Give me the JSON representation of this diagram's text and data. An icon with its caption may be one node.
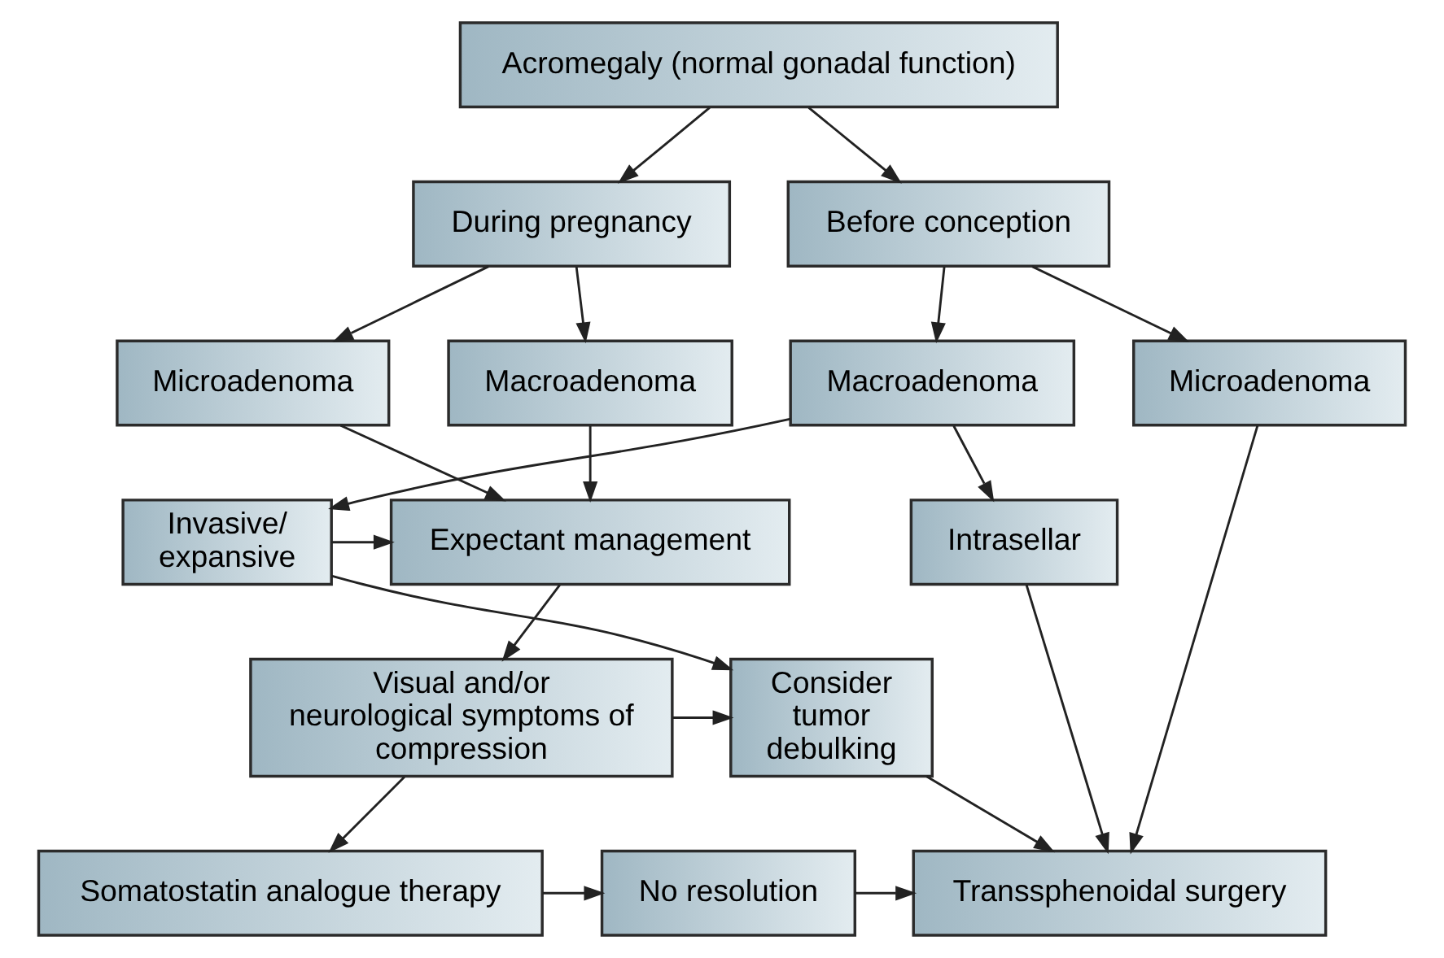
{
  "diagram": {
    "nodes": [
      {
        "text": [
          "Acromegaly (normal gonadal function)"
        ]
      },
      {
        "text": [
          "Before conception"
        ]
      },
      {
        "text": [
          "During pregnancy"
        ]
      },
      {
        "text": [
          "Microadenoma"
        ]
      },
      {
        "text": [
          "Macroadenoma"
        ]
      },
      {
        "text": [
          "Microadenoma"
        ]
      },
      {
        "text": [
          "Macroadenoma"
        ]
      },
      {
        "text": [
          "Intrasellar"
        ]
      },
      {
        "text": [
          "Invasive/ expansive"
        ]
      },
      {
        "text": [
          "Expectant management"
        ]
      },
      {
        "text": [
          "Consider tumor debulking"
        ]
      },
      {
        "text": [
          "Visual and/or neurological symptoms of compression"
        ]
      },
      {
        "text": [
          "Transsphenoidal surgery"
        ]
      },
      {
        "text": [
          "No resolution"
        ]
      },
      {
        "text": [
          "Somatostatin analogue therapy"
        ]
      }
    ],
    "edges": [
      {
        "from": 0,
        "to": 1,
        "arrow": "to"
      },
      {
        "from": 0,
        "to": 2,
        "arrow": "to"
      },
      {
        "from": 1,
        "to": 3,
        "arrow": "to"
      },
      {
        "from": 1,
        "to": 4,
        "arrow": "to"
      },
      {
        "from": 2,
        "to": 5,
        "arrow": "to"
      },
      {
        "from": 2,
        "to": 6,
        "arrow": "to"
      },
      {
        "from": 4,
        "to": 7,
        "arrow": "to"
      },
      {
        "from": 4,
        "to": 8,
        "arrow": "to"
      },
      {
        "from": 3,
        "to": 12,
        "arrow": "to"
      },
      {
        "from": 8,
        "to": 9,
        "arrow": "to"
      },
      {
        "from": 5,
        "to": 9,
        "arrow": "to"
      },
      {
        "from": 6,
        "to": 9,
        "arrow": "to"
      },
      {
        "from": 7,
        "to": 12,
        "arrow": "to"
      },
      {
        "from": 8,
        "to": 10,
        "arrow": "to"
      },
      {
        "from": 9,
        "to": 11,
        "arrow": "to"
      },
      {
        "from": 11,
        "to": 10,
        "arrow": "to"
      },
      {
        "from": 10,
        "to": 12,
        "arrow": "to"
      },
      {
        "from": 11,
        "to": 14,
        "arrow": "to"
      },
      {
        "from": 14,
        "to": 13,
        "arrow": "to"
      },
      {
        "from": 13,
        "to": 12,
        "arrow": "to"
      }
    ]
  }
}
